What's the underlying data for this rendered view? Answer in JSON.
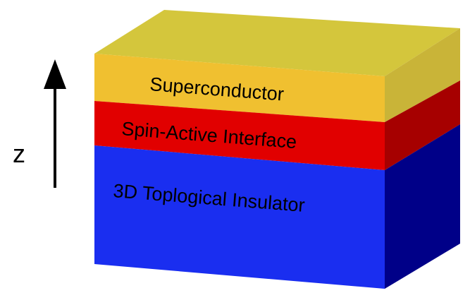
{
  "axis": {
    "label": "z"
  },
  "layers": [
    {
      "id": "superconductor",
      "label": "Superconductor",
      "colors": {
        "front": "#f0c030",
        "side": "#c9b438",
        "top": "#d4c63c"
      }
    },
    {
      "id": "spin-active-interface",
      "label": "Spin-Active Interface",
      "colors": {
        "front": "#e10000",
        "side": "#a60000"
      }
    },
    {
      "id": "topological-insulator",
      "label": "3D Toplogical Insulator",
      "colors": {
        "front": "#1a2ef0",
        "side": "#000088"
      }
    }
  ],
  "colors": {
    "arrow": "#000000",
    "text": "#000000",
    "background": "#ffffff"
  }
}
